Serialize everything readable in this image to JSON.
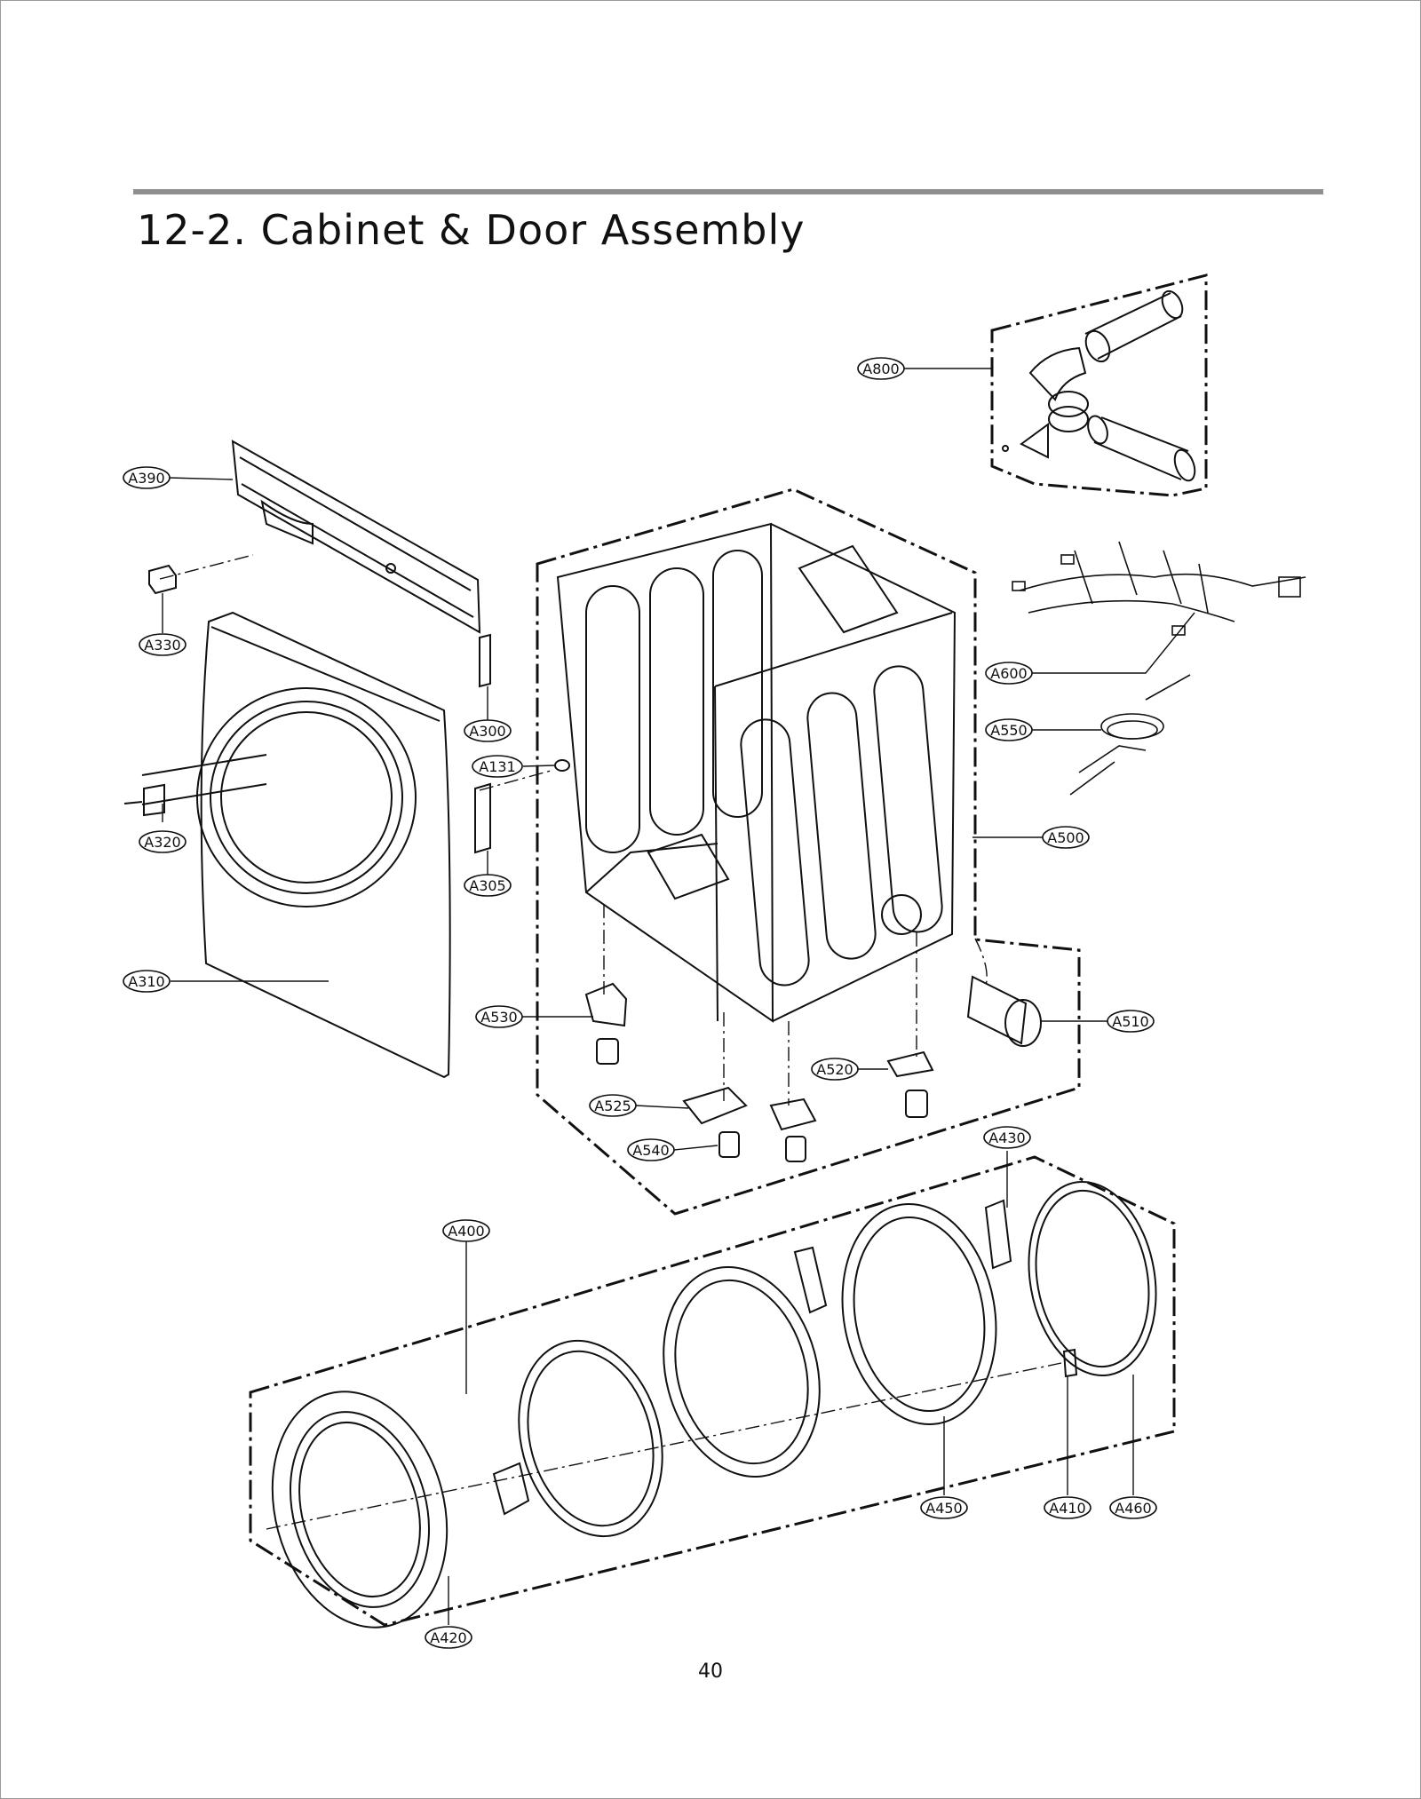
{
  "page": {
    "title": "12-2. Cabinet & Door Assembly",
    "page_number": "40"
  },
  "part_labels": {
    "a800": "A800",
    "a390": "A390",
    "a330": "A330",
    "a300": "A300",
    "a131": "A131",
    "a320": "A320",
    "a305": "A305",
    "a310": "A310",
    "a600": "A600",
    "a550": "A550",
    "a500": "A500",
    "a530": "A530",
    "a510": "A510",
    "a520": "A520",
    "a525": "A525",
    "a540": "A540",
    "a430": "A430",
    "a400": "A400",
    "a450": "A450",
    "a410": "A410",
    "a460": "A460",
    "a420": "A420"
  }
}
